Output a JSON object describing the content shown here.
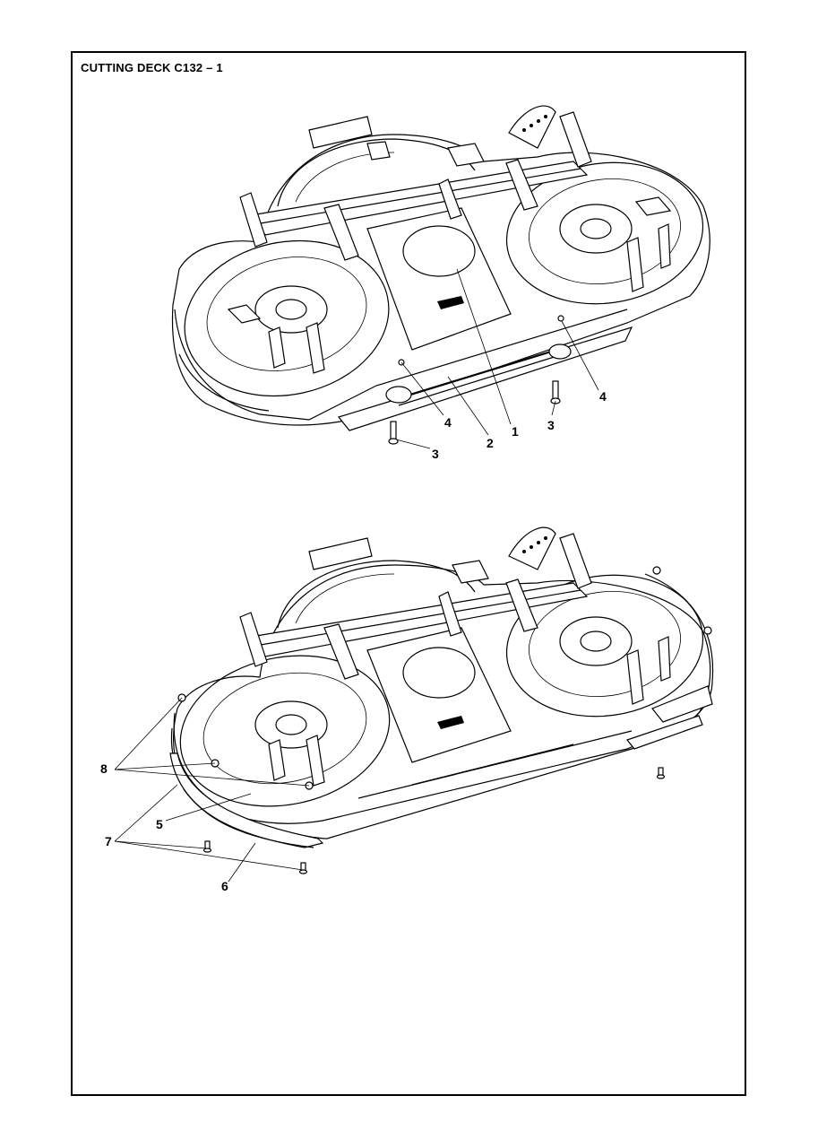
{
  "title": "CUTTING DECK C132 – 1",
  "callouts_top": [
    "1",
    "2",
    "3",
    "3",
    "4",
    "4"
  ],
  "callouts_bottom": [
    "5",
    "6",
    "7",
    "8"
  ]
}
